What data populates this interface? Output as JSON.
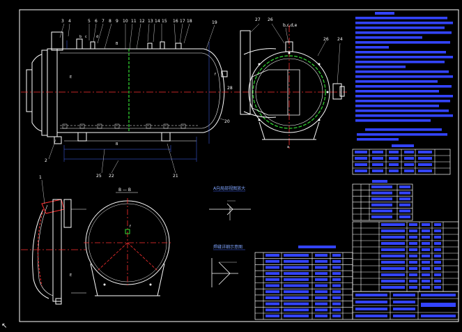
{
  "colors": {
    "background": "#000000",
    "line": "#ffffff",
    "center_line": "#ff3030",
    "green": "#33dd33",
    "blue_fill": "#3344ff",
    "blue_line": "#2233ff",
    "dim_line": "#4466ff"
  },
  "callouts": {
    "top": [
      "3",
      "4",
      "5",
      "6",
      "7",
      "8",
      "9",
      "10",
      "11",
      "12",
      "13",
      "14",
      "15",
      "16",
      "17",
      "18",
      "19"
    ],
    "top_sub": [
      "b",
      "c",
      "d"
    ],
    "left": [
      "2"
    ],
    "right": [
      "20"
    ],
    "bottom": [
      "25",
      "22",
      "21"
    ],
    "end_view": [
      "27",
      "26",
      "b,c,d,e",
      "26",
      "24",
      "28"
    ],
    "end_view_bottom": [
      "a"
    ],
    "detail": [
      "1",
      "E"
    ]
  },
  "section": {
    "title": "B — B",
    "center_mark": "f"
  },
  "marks": {
    "front_e": "E",
    "front_f": "f",
    "front_b": "B",
    "front_b2": "B"
  },
  "mid_labels": {
    "label_1": "A向局部视图放大",
    "label_2": "焊缝详细示意图"
  },
  "cursor_icon": "mouse-pointer-icon"
}
